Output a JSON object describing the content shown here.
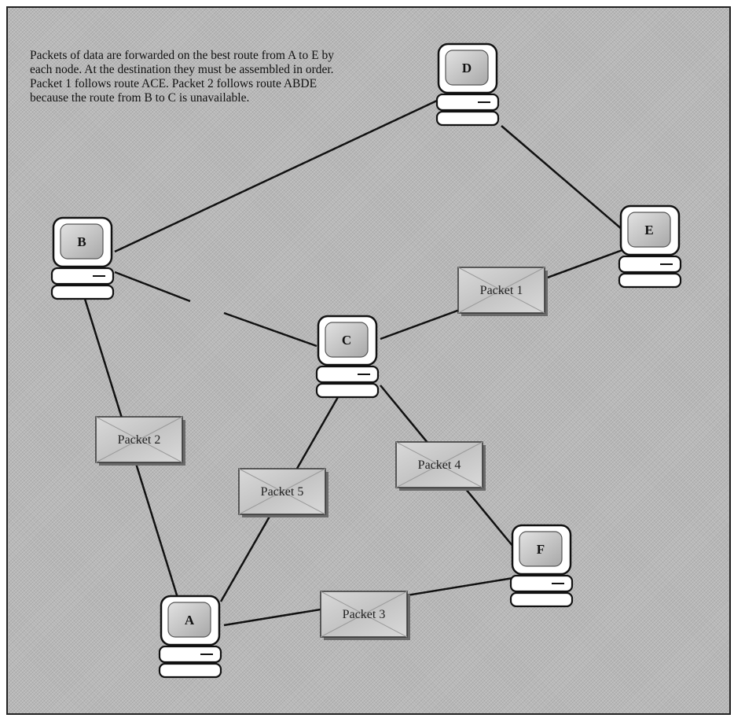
{
  "caption": {
    "lines": [
      "Packets of data are forwarded on the best route from A to E by",
      "each node. At the destination they must be assembled in order.",
      "Packet 1 follows route ACE. Packet 2 follows route ABDE",
      "because the route from B to C is unavailable."
    ]
  },
  "nodes": [
    {
      "id": "A",
      "label": "A"
    },
    {
      "id": "B",
      "label": "B"
    },
    {
      "id": "C",
      "label": "C"
    },
    {
      "id": "D",
      "label": "D"
    },
    {
      "id": "E",
      "label": "E"
    },
    {
      "id": "F",
      "label": "F"
    }
  ],
  "links": [
    {
      "from": "B",
      "to": "D",
      "status": "available"
    },
    {
      "from": "D",
      "to": "E",
      "status": "available"
    },
    {
      "from": "B",
      "to": "C",
      "status": "unavailable"
    },
    {
      "from": "C",
      "to": "E",
      "status": "available"
    },
    {
      "from": "B",
      "to": "A",
      "status": "available"
    },
    {
      "from": "A",
      "to": "C",
      "status": "available"
    },
    {
      "from": "C",
      "to": "F",
      "status": "available"
    },
    {
      "from": "A",
      "to": "F",
      "status": "available"
    }
  ],
  "packets": [
    {
      "id": "packet-1",
      "label": "Packet 1",
      "link": "C-E"
    },
    {
      "id": "packet-2",
      "label": "Packet 2",
      "link": "B-A"
    },
    {
      "id": "packet-3",
      "label": "Packet 3",
      "link": "A-F"
    },
    {
      "id": "packet-4",
      "label": "Packet 4",
      "link": "C-F"
    },
    {
      "id": "packet-5",
      "label": "Packet 5",
      "link": "A-C"
    }
  ],
  "colors": {
    "background": "#b9b9b9",
    "computer_body": "#ffffff",
    "computer_screen": "#c9c9c9",
    "packet_fill": "#cfcfcf",
    "line": "#111111"
  }
}
